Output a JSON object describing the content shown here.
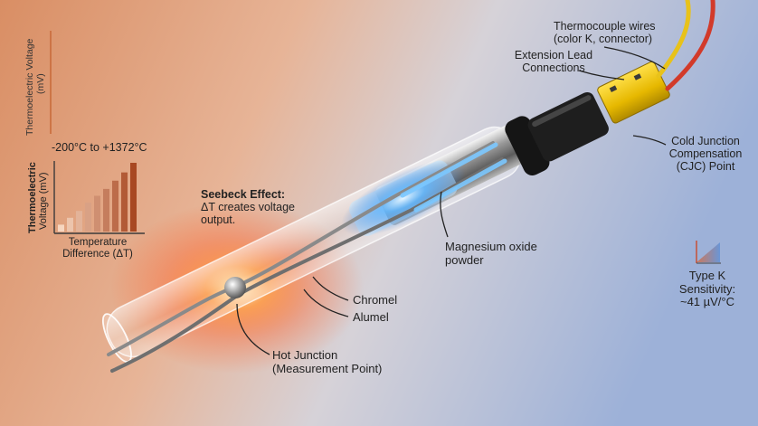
{
  "colors": {
    "background_warm": "#e39a6f",
    "background_cool": "#9fb2d6",
    "hot_glow": "#ff6a2a",
    "insulation_glow": "#4aa8ff",
    "connector_yellow": "#f2c200",
    "boot_black": "#1b1b1b",
    "wire_red": "#d23a2a",
    "wire_yellow": "#e8c21a"
  },
  "top_left": {
    "axis_label_line1": "Thermoelectric Voltage",
    "axis_label_line2": "(mV)"
  },
  "range_chart": {
    "range_label": "-200°C to +1372°C",
    "y_label_line1": "Thermoelectric",
    "y_label_line2": "Voltage (mV)",
    "x_label_line1": "Temperature",
    "x_label_line2": "Difference (ΔT)",
    "bar_levels": [
      0.1,
      0.2,
      0.3,
      0.42,
      0.52,
      0.62,
      0.74,
      0.86,
      1.0
    ]
  },
  "seebeck": {
    "title": "Seebeck Effect:",
    "line1": "ΔT creates voltage",
    "line2": "output."
  },
  "labels": {
    "thermocouple_wires_line1": "Thermocouple wires",
    "thermocouple_wires_line2": "(color K, connector)",
    "extension_lead_line1": "Extension Lead",
    "extension_lead_line2": "Connections",
    "cjc_line1": "Cold Junction",
    "cjc_line2": "Compensation",
    "cjc_line3": "(CJC) Point",
    "mgo_line1": "Magnesium oxide",
    "mgo_line2": "powder",
    "chromel": "Chromel",
    "alumel": "Alumel",
    "hot_junction_line1": "Hot Junction",
    "hot_junction_line2": "(Measurement Point)"
  },
  "type_k": {
    "line1": "Type K",
    "line2": "Sensitivity:",
    "line3": "~41 µV/°C"
  }
}
